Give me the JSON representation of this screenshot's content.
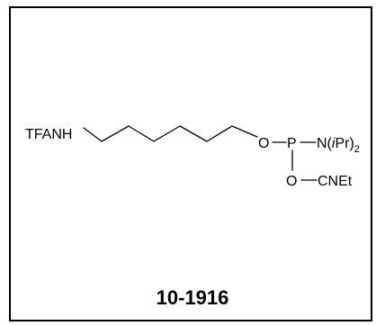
{
  "structure": {
    "amine_group": "TFANH",
    "ether_oxygen": "O",
    "phosphorus": "P",
    "amino_prefix": "N(",
    "amino_italic": "i",
    "amino_suffix": "Pr)",
    "amino_subscript": "2",
    "cyanoethyl_oxygen": "O",
    "cyanoethyl_group": "CNEt"
  },
  "compound_id": "10-1916"
}
